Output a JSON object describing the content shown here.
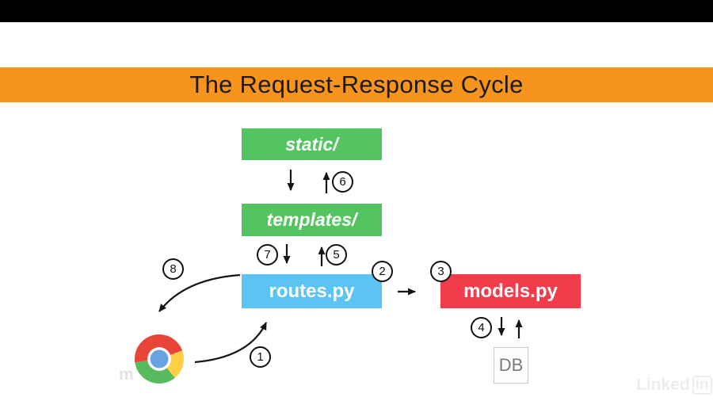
{
  "banner": {
    "title": "The Request-Response Cycle"
  },
  "nodes": {
    "static": "static/",
    "templates": "templates/",
    "routes": "routes.py",
    "models": "models.py",
    "db": "DB"
  },
  "steps": {
    "s1": "1",
    "s2": "2",
    "s3": "3",
    "s4": "4",
    "s5": "5",
    "s6": "6",
    "s7": "7",
    "s8": "8"
  },
  "icons": {
    "browser": "chrome-logo"
  },
  "watermarks": {
    "brand": "Linked",
    "badge": "in",
    "fragment": "m"
  },
  "colors": {
    "banner": "#F6941D",
    "green": "#53C45F",
    "blue": "#5BC4F2",
    "red": "#F23B4B",
    "black_bar": "#000000"
  }
}
